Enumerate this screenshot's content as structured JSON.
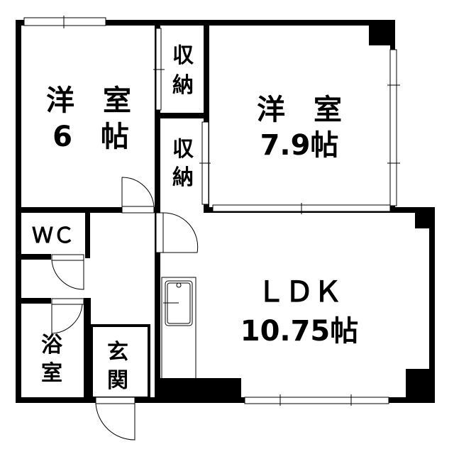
{
  "plan": {
    "rooms": {
      "western_6": {
        "name": "洋　室",
        "size": "6　帖"
      },
      "closet_1": {
        "line1": "収",
        "line2": "納"
      },
      "closet_2": {
        "line1": "収",
        "line2": "納"
      },
      "western_79": {
        "name": "洋　室",
        "size": "7.9帖"
      },
      "wc": {
        "name": "ＷＣ"
      },
      "ldk": {
        "name": "ＬＤＫ",
        "size": "10.75帖"
      },
      "bath": {
        "line1": "浴",
        "line2": "室"
      },
      "entrance": {
        "line1": "玄",
        "line2": "関"
      }
    }
  }
}
